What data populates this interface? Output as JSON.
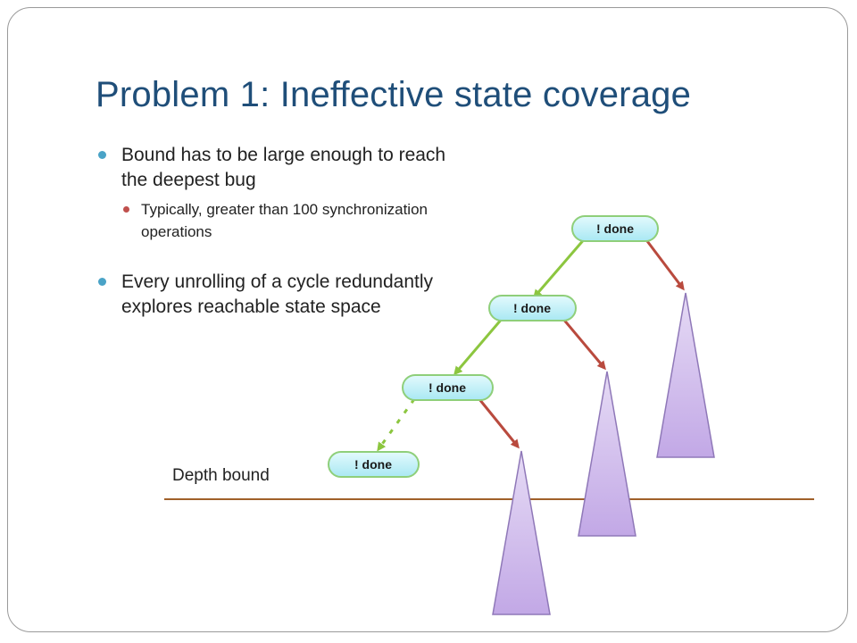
{
  "slide": {
    "title": "Problem 1: Ineffective state coverage",
    "bullets": [
      {
        "text": "Bound has to be large enough to reach the deepest bug",
        "level": 1
      },
      {
        "text": "Typically, greater than 100 synchronization operations",
        "level": 2
      },
      {
        "text": "Every unrolling of a cycle redundantly explores reachable state space",
        "level": 1
      }
    ]
  },
  "diagram": {
    "depth_bound_label": "Depth bound",
    "nodes": [
      {
        "label": "! done"
      },
      {
        "label": "! done"
      },
      {
        "label": "! done"
      },
      {
        "label": "! done"
      }
    ]
  },
  "colors": {
    "title": "#1f4e79",
    "node_fill": "#bfeff6",
    "node_stroke": "#8fcf7a",
    "green_edge": "#8cc63f",
    "red_edge": "#b94a3e",
    "triangle_fill": "#c9b3e8",
    "depth_line": "#a0602a"
  }
}
